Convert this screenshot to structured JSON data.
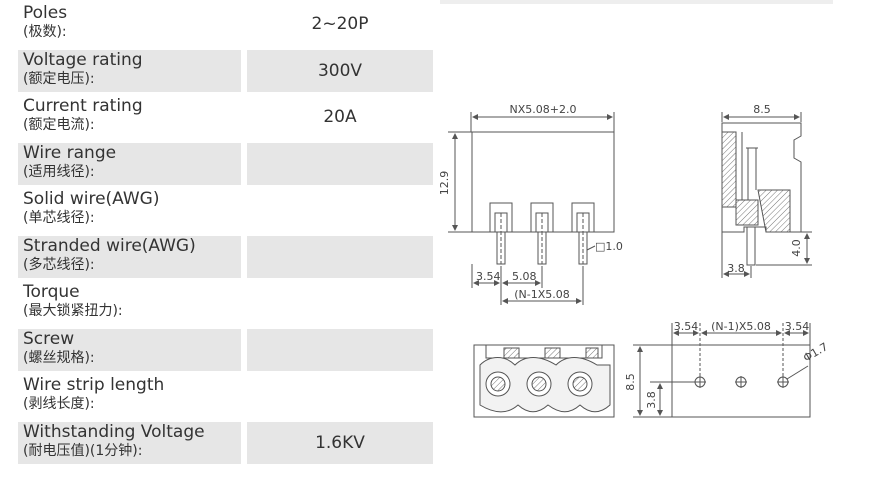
{
  "specs": [
    {
      "en": "Poles",
      "cn": "(极数):",
      "value": "2~20P"
    },
    {
      "en": "Voltage rating",
      "cn": "(额定电压):",
      "value": "300V"
    },
    {
      "en": "Current rating",
      "cn": "(额定电流):",
      "value": "20A"
    },
    {
      "en": "Wire range",
      "cn": "(适用线径):",
      "value": ""
    },
    {
      "en": "Solid wire(AWG)",
      "cn": "(单芯线径):",
      "value": ""
    },
    {
      "en": "Stranded wire(AWG)",
      "cn": "(多芯线径):",
      "value": ""
    },
    {
      "en": "Torque",
      "cn": "(最大锁紧扭力):",
      "value": ""
    },
    {
      "en": "Screw",
      "cn": "(螺丝规格):",
      "value": ""
    },
    {
      "en": "Wire strip length",
      "cn": "(剥线长度):",
      "value": ""
    },
    {
      "en": "Withstanding Voltage",
      "cn": "(耐电压值)(1分钟):",
      "value": "1.6KV"
    }
  ],
  "dimensions": {
    "front_width": "NX5.08+2.0",
    "front_height": "12.9",
    "pin_square": "□1.0",
    "pin_offset": "3.54",
    "pitch": "5.08",
    "pitch_span": "(N-1X5.08",
    "side_width": "8.5",
    "side_bottom": "3.8",
    "side_pin": "4.0",
    "bottom_left": "3.54",
    "bottom_span": "(N-1)X5.08",
    "bottom_right": "3.54",
    "hole_dia": "Φ1.7",
    "bottom_height": "8.5",
    "bottom_hole_y": "3.8"
  }
}
